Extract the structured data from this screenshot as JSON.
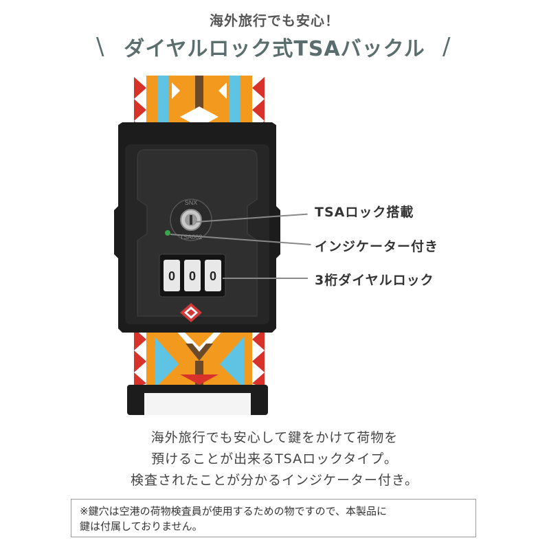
{
  "header": {
    "subtitle": "海外旅行でも安心！",
    "title": "ダイヤルロック式TSAバックル",
    "slash_left": "\\",
    "slash_right": "/"
  },
  "product": {
    "lock_top_text": "SNX",
    "lock_bottom_text": "TSA002",
    "dial_digits": [
      "0",
      "0",
      "0"
    ],
    "colors": {
      "strap_orange": "#f39a1e",
      "strap_blue": "#5fc4e4",
      "strap_red": "#d8322a",
      "strap_brown": "#6b4a2a",
      "buckle_black": "#1c1c1c",
      "tsa_red": "#d33a3a",
      "indicator_green": "#3aa64a"
    }
  },
  "callouts": {
    "tsa_lock": "TSAロック搭載",
    "indicator": "インジケーター付き",
    "dial": "3桁ダイヤルロック"
  },
  "description": {
    "line1": "海外旅行でも安心して鍵をかけて荷物を",
    "line2": "預けることが出来るTSAロックタイプ。",
    "line3": "検査されたことが分かるインジケーター付き。"
  },
  "note": {
    "line1": "※鍵穴は空港の荷物検査員が使用するための物ですので、本製品に",
    "line2": "鍵は付属しておりません。"
  }
}
